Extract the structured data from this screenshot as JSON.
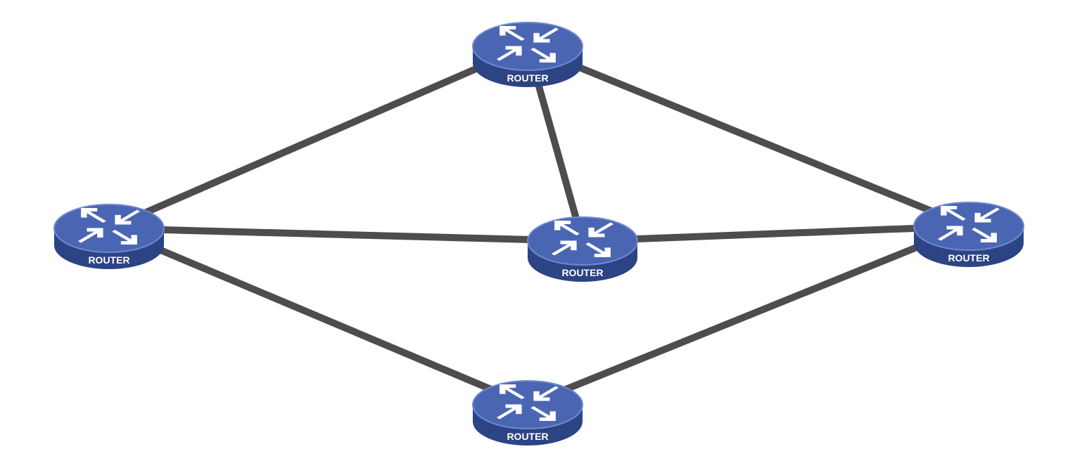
{
  "diagram": {
    "type": "network-topology",
    "colors": {
      "router_top": "#4a66b3",
      "router_side": "#2c4384",
      "router_rim": "#6f88cf",
      "link": "#4d4d4d",
      "arrow": "#ffffff",
      "background": "#ffffff"
    },
    "routers": [
      {
        "id": "r-top",
        "label": "ROUTER",
        "icon": "router-icon"
      },
      {
        "id": "r-left",
        "label": "ROUTER",
        "icon": "router-icon"
      },
      {
        "id": "r-center",
        "label": "ROUTER",
        "icon": "router-icon"
      },
      {
        "id": "r-right",
        "label": "ROUTER",
        "icon": "router-icon"
      },
      {
        "id": "r-bottom",
        "label": "ROUTER",
        "icon": "router-icon"
      }
    ],
    "links": [
      {
        "from": "r-top",
        "to": "r-left"
      },
      {
        "from": "r-top",
        "to": "r-center"
      },
      {
        "from": "r-top",
        "to": "r-right"
      },
      {
        "from": "r-left",
        "to": "r-center"
      },
      {
        "from": "r-center",
        "to": "r-right"
      },
      {
        "from": "r-left",
        "to": "r-bottom"
      },
      {
        "from": "r-right",
        "to": "r-bottom"
      }
    ]
  }
}
